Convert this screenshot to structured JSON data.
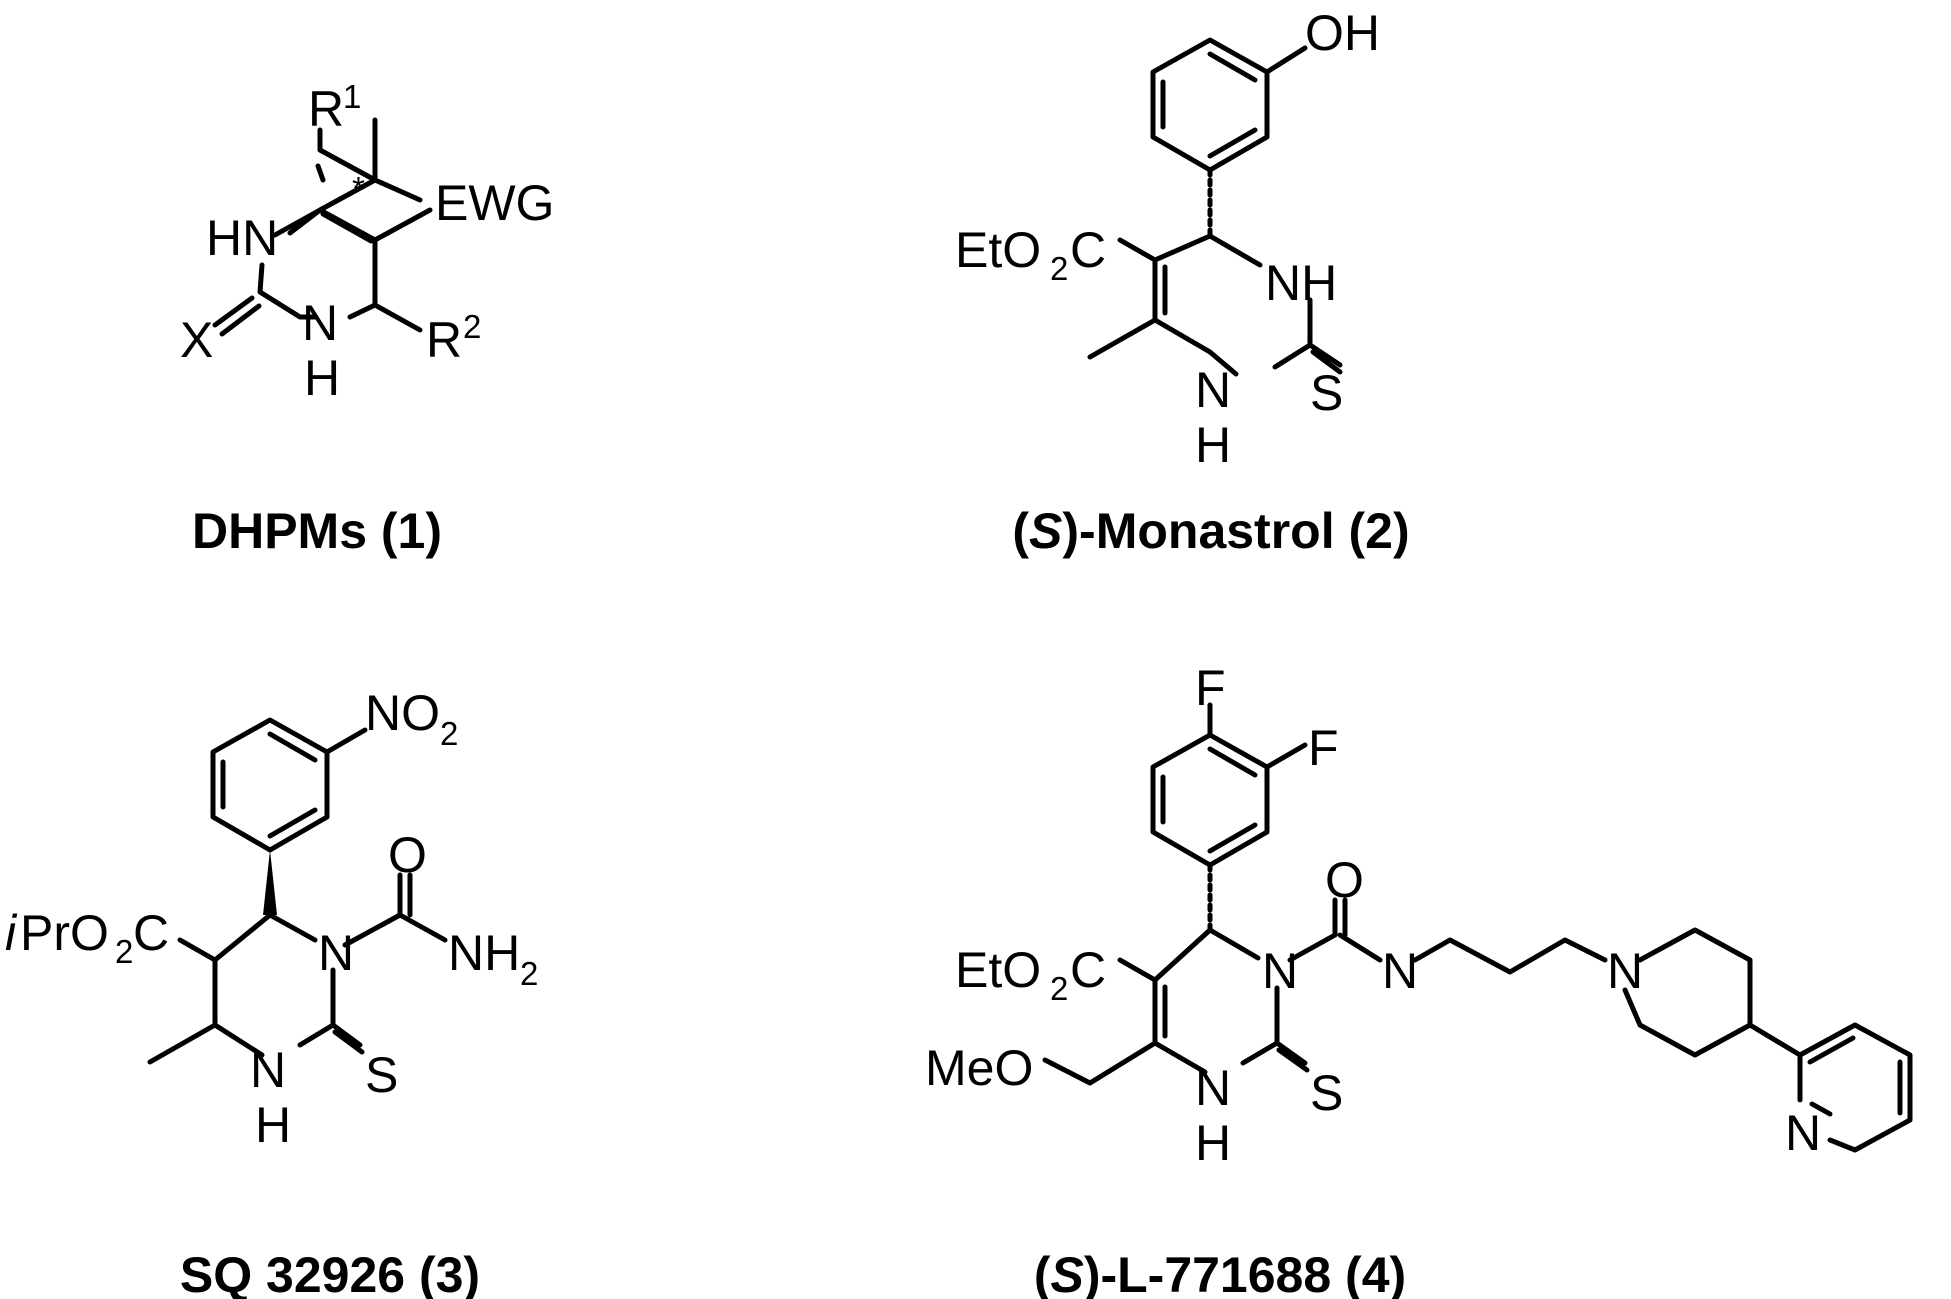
{
  "compounds": [
    {
      "caption": "DHPMs (1)",
      "labels": {
        "r1": "R",
        "r1_sup": "1",
        "star": "*",
        "ewg": "EWG",
        "hn": "HN",
        "x": "X",
        "n": "N",
        "h": "H",
        "r2": "R",
        "r2_sup": "2"
      }
    },
    {
      "caption_pre": "(",
      "caption_italic": "S",
      "caption_post": ")-Monastrol (2)",
      "labels": {
        "oh": "OH",
        "et": "EtO",
        "et_sub": "2",
        "et_c": "C",
        "nh": "NH",
        "n": "N",
        "h": "H",
        "s": "S"
      }
    },
    {
      "caption": "SQ 32926 (3)",
      "labels": {
        "no": "NO",
        "no_sub": "2",
        "ipr_i": "i",
        "ipr": "PrO",
        "ipr_sub": "2",
        "ipr_c": "C",
        "o": "O",
        "n": "N",
        "nh2": "NH",
        "nh2_sub": "2",
        "n_low": "N",
        "h": "H",
        "s": "S"
      }
    },
    {
      "caption_pre": "(",
      "caption_italic": "S",
      "caption_post": ")-L-771688 (4)",
      "labels": {
        "f1": "F",
        "f2": "F",
        "et": "EtO",
        "et_sub": "2",
        "et_c": "C",
        "o": "O",
        "n1": "N",
        "nh": "N",
        "npip": "N",
        "meo": "MeO",
        "n_low": "N",
        "h": "H",
        "s": "S",
        "npy": "N"
      }
    }
  ]
}
